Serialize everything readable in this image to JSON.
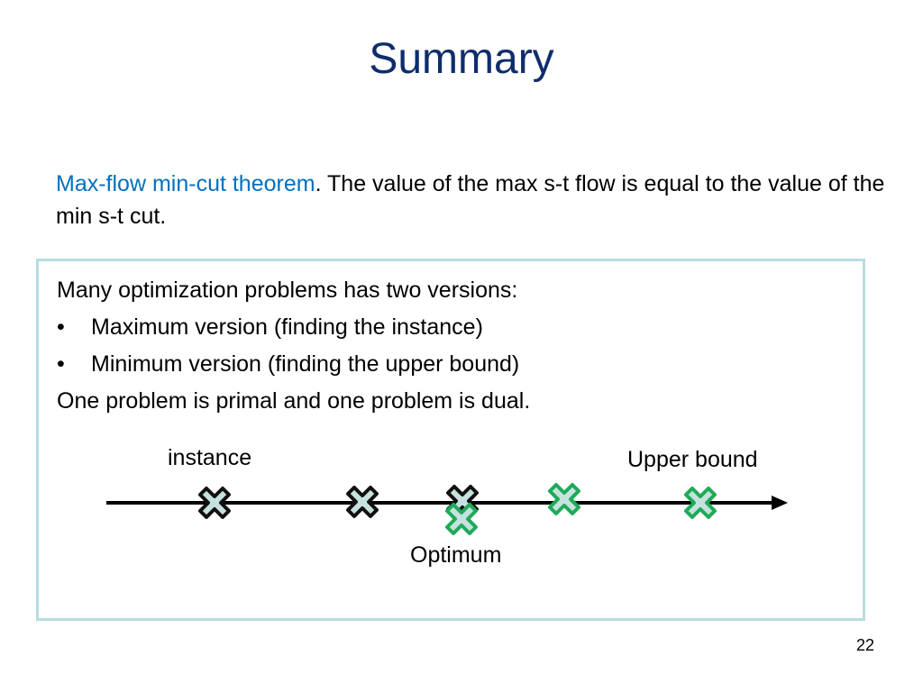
{
  "slide": {
    "title": "Summary",
    "theorem_name": "Max-flow min-cut theorem",
    "theorem_text": ". The value of the max s-t flow is equal to the value of the min s-t cut.",
    "page_number": "22"
  },
  "box": {
    "intro": "Many optimization problems has two versions:",
    "bullet_symbol": "•",
    "bullets": [
      "Maximum version (finding the instance)",
      "Minimum version (finding the upper bound)"
    ],
    "conclusion": "One problem is primal and one problem is dual."
  },
  "diagram": {
    "label_instance": "instance",
    "label_upper_bound": "Upper bound",
    "label_optimum": "Optimum",
    "colors": {
      "line": "#000000",
      "instance_outline": "#111111",
      "upper_outline": "#1faa59",
      "marker_fill": "#c6e2df",
      "accent": "#0070c0",
      "title": "#0f2d6b",
      "box_border": "#b7dde0"
    },
    "instance_markers": 3,
    "upper_bound_markers": 3
  }
}
